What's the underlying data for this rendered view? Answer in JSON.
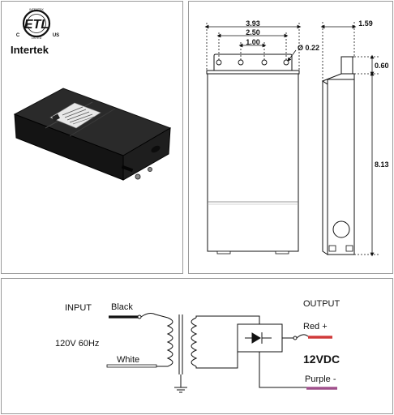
{
  "certification": {
    "mark": "ETL",
    "ring_top": "INTERTEK",
    "ring_bottom": "LISTED",
    "left": "C",
    "right": "US",
    "brand": "Intertek"
  },
  "dimensions": {
    "overall_width": "3.93",
    "hole_span_outer": "2.50",
    "hole_span_inner": "1.00",
    "hole_dia": "Ø 0.22",
    "depth": "1.59",
    "tab_height": "0.60",
    "body_height": "8.13"
  },
  "circuit": {
    "input_label": "INPUT",
    "black_label": "Black",
    "voltage_label": "120V 60Hz",
    "white_label": "White",
    "output_label": "OUTPUT",
    "red_label": "Red +",
    "vdc_label": "12VDC",
    "purple_label": "Purple -"
  },
  "colors": {
    "red_wire": "#d03a3a",
    "purple_wire": "#a0508c",
    "black_wire": "#111111"
  }
}
